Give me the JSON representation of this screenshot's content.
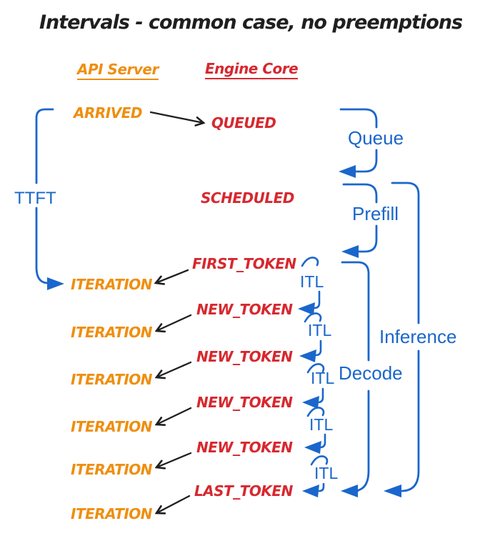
{
  "title": "Intervals - common case, no preemptions",
  "columns": {
    "api_server": "API Server",
    "engine_core": "Engine Core"
  },
  "events": {
    "arrived": "ARRIVED",
    "queued": "QUEUED",
    "scheduled": "SCHEDULED",
    "first_token": "FIRST_TOKEN",
    "new_token": "NEW_TOKEN",
    "last_token": "LAST_TOKEN",
    "iteration": "ITERATION"
  },
  "intervals": {
    "ttft": "TTFT",
    "queue": "Queue",
    "prefill": "Prefill",
    "decode": "Decode",
    "inference": "Inference",
    "itl": "ITL"
  },
  "colors": {
    "api": "#ef8e0f",
    "engine": "#d7282f",
    "interval": "#1a66cc",
    "arrow": "#1f1f1f",
    "background": "#ffffff"
  }
}
